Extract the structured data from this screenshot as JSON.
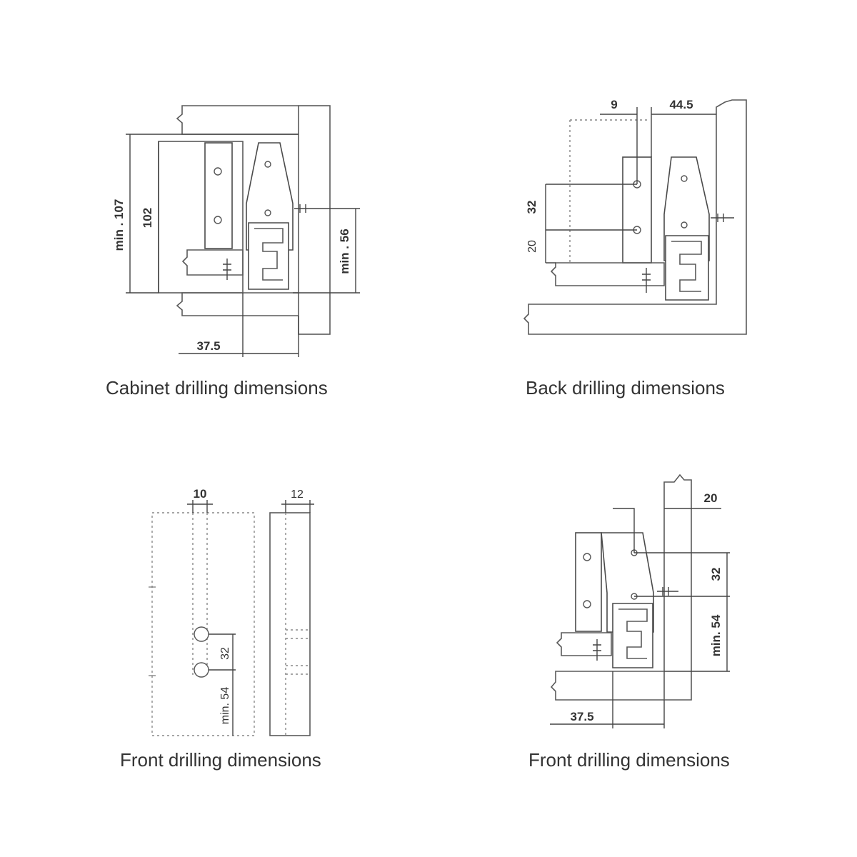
{
  "diagrams": {
    "cabinet": {
      "caption": "Cabinet drilling dimensions",
      "dim_min_107": "min . 107",
      "dim_102": "102",
      "dim_min_56": "min . 56",
      "dim_37_5": "37.5"
    },
    "back": {
      "caption": "Back drilling dimensions",
      "dim_9": "9",
      "dim_44_5": "44.5",
      "dim_32": "32",
      "dim_20": "20"
    },
    "front_left": {
      "caption": "Front drilling dimensions",
      "dim_10": "10",
      "dim_12": "12",
      "dim_32": "32",
      "dim_min_54": "min. 54"
    },
    "front_right": {
      "caption": "Front drilling dimensions",
      "dim_20": "20",
      "dim_32": "32",
      "dim_min_54": "min. 54",
      "dim_37_5": "37.5"
    }
  }
}
